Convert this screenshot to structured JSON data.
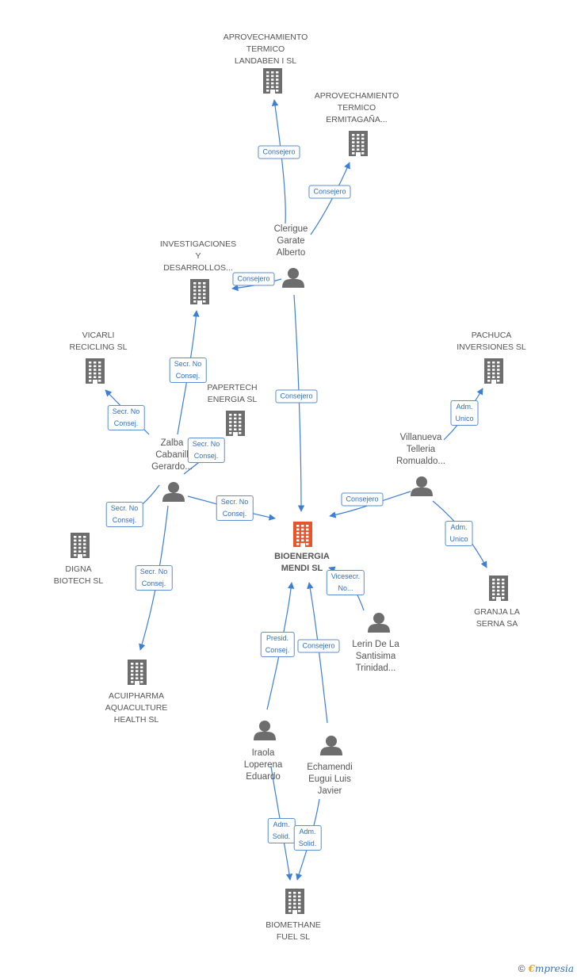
{
  "colors": {
    "edge": "#3c7fd6",
    "company": "#6d6d6d",
    "company_center": "#e8552b",
    "person": "#6d6d6d",
    "label_text": "#2f6fbf"
  },
  "companies": [
    {
      "id": "c_landaben",
      "name": "APROVECHAMIENTO\nTERMICO\nLANDABEN I SL"
    },
    {
      "id": "c_ermitagana",
      "name": "APROVECHAMIENTO\nTERMICO\nERMITAGAÑA..."
    },
    {
      "id": "c_investig",
      "name": "INVESTIGACIONES\nY\nDESARROLLOS..."
    },
    {
      "id": "c_vicarli",
      "name": "VICARLI\nRECICLING SL"
    },
    {
      "id": "c_papertech",
      "name": "PAPERTECH\nENERGIA SL"
    },
    {
      "id": "c_pachuca",
      "name": "PACHUCA\nINVERSIONES SL"
    },
    {
      "id": "c_bioenergia",
      "name": "BIOENERGIA\nMENDI SL",
      "center": true
    },
    {
      "id": "c_digna",
      "name": "DIGNA\nBIOTECH SL"
    },
    {
      "id": "c_granja",
      "name": "GRANJA LA\nSERNA SA"
    },
    {
      "id": "c_acuipharma",
      "name": "ACUIPHARMA\nAQUACULTURE\nHEALTH  SL"
    },
    {
      "id": "c_biomethane",
      "name": "BIOMETHANE\nFUEL SL"
    }
  ],
  "persons": [
    {
      "id": "p_clerigue",
      "name": "Clerigue\nGarate\nAlberto"
    },
    {
      "id": "p_zalba",
      "name": "Zalba\nCabanill\nGerardo..."
    },
    {
      "id": "p_villanueva",
      "name": "Villanueva\nTelleria\nRomualdo..."
    },
    {
      "id": "p_lerin",
      "name": "Lerin De La\nSantisima\nTrinidad..."
    },
    {
      "id": "p_iraola",
      "name": "Iraola\nLoperena\nEduardo"
    },
    {
      "id": "p_echamendi",
      "name": "Echamendi\nEugui Luis\nJavier"
    }
  ],
  "edges": [
    {
      "from": "p_clerigue",
      "to": "c_landaben",
      "label": "Consejero"
    },
    {
      "from": "p_clerigue",
      "to": "c_ermitagana",
      "label": "Consejero"
    },
    {
      "from": "p_clerigue",
      "to": "c_investig",
      "label": "Consejero"
    },
    {
      "from": "p_clerigue",
      "to": "c_bioenergia",
      "label": "Consejero"
    },
    {
      "from": "p_zalba",
      "to": "c_investig",
      "label": "Secr.  No\nConsej."
    },
    {
      "from": "p_zalba",
      "to": "c_vicarli",
      "label": "Secr.  No\nConsej."
    },
    {
      "from": "p_zalba",
      "to": "c_papertech",
      "label": "Secr.  No\nConsej."
    },
    {
      "from": "p_zalba",
      "to": "c_bioenergia",
      "label": "Secr.  No\nConsej."
    },
    {
      "from": "p_zalba",
      "to": "c_digna",
      "label": "Secr.  No\nConsej."
    },
    {
      "from": "p_zalba",
      "to": "c_acuipharma",
      "label": "Secr.  No\nConsej."
    },
    {
      "from": "p_villanueva",
      "to": "c_pachuca",
      "label": "Adm.\nUnico"
    },
    {
      "from": "p_villanueva",
      "to": "c_bioenergia",
      "label": "Consejero"
    },
    {
      "from": "p_villanueva",
      "to": "c_granja",
      "label": "Adm.\nUnico"
    },
    {
      "from": "p_lerin",
      "to": "c_bioenergia",
      "label": "Vicesecr.\nNo..."
    },
    {
      "from": "p_iraola",
      "to": "c_bioenergia",
      "label": "Presid.\nConsej."
    },
    {
      "from": "p_echamendi",
      "to": "c_bioenergia",
      "label": "Consejero"
    },
    {
      "from": "p_iraola",
      "to": "c_biomethane",
      "label": "Adm.\nSolid."
    },
    {
      "from": "p_echamendi",
      "to": "c_biomethane",
      "label": "Adm.\nSolid."
    }
  ],
  "footer": {
    "copyright": "©",
    "brand_e": "€",
    "brand_rest": "mpresia"
  }
}
